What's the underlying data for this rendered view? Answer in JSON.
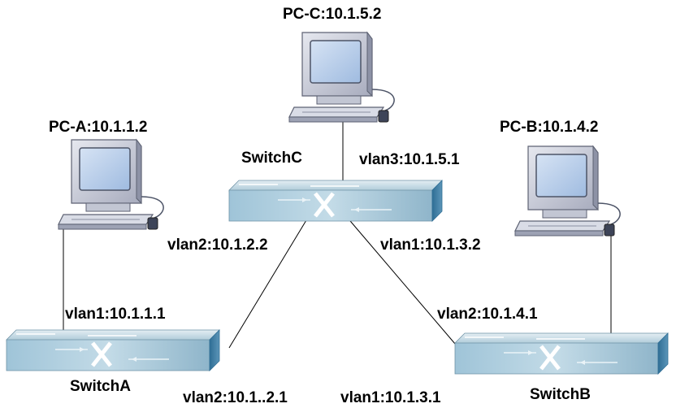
{
  "diagram": {
    "pcs": {
      "pc_a": {
        "label": "PC-A:10.1.1.2"
      },
      "pc_b": {
        "label": "PC-B:10.1.4.2"
      },
      "pc_c": {
        "label": "PC-C:10.1.5.2"
      }
    },
    "switches": {
      "switch_a": {
        "label": "SwitchA"
      },
      "switch_b": {
        "label": "SwitchB"
      },
      "switch_c": {
        "label": "SwitchC"
      }
    },
    "interfaces": {
      "switch_a_vlan1": "vlan1:10.1.1.1",
      "switch_a_vlan2": "vlan2:10.1..2.1",
      "switch_b_vlan1": "vlan1:10.1.3.1",
      "switch_b_vlan2": "vlan2:10.1.4.1",
      "switch_c_vlan1": "vlan1:10.1.3.2",
      "switch_c_vlan2": "vlan2:10.1.2.2",
      "switch_c_vlan3": "vlan3:10.1.5.1"
    },
    "colors": {
      "switch_top": "#c9dde6",
      "switch_side": "#3f7fa6",
      "switch_front": "#78a8c2",
      "pc_body": "#cdd0dc",
      "pc_screen": "#b6cce8",
      "link": "#000000"
    }
  }
}
